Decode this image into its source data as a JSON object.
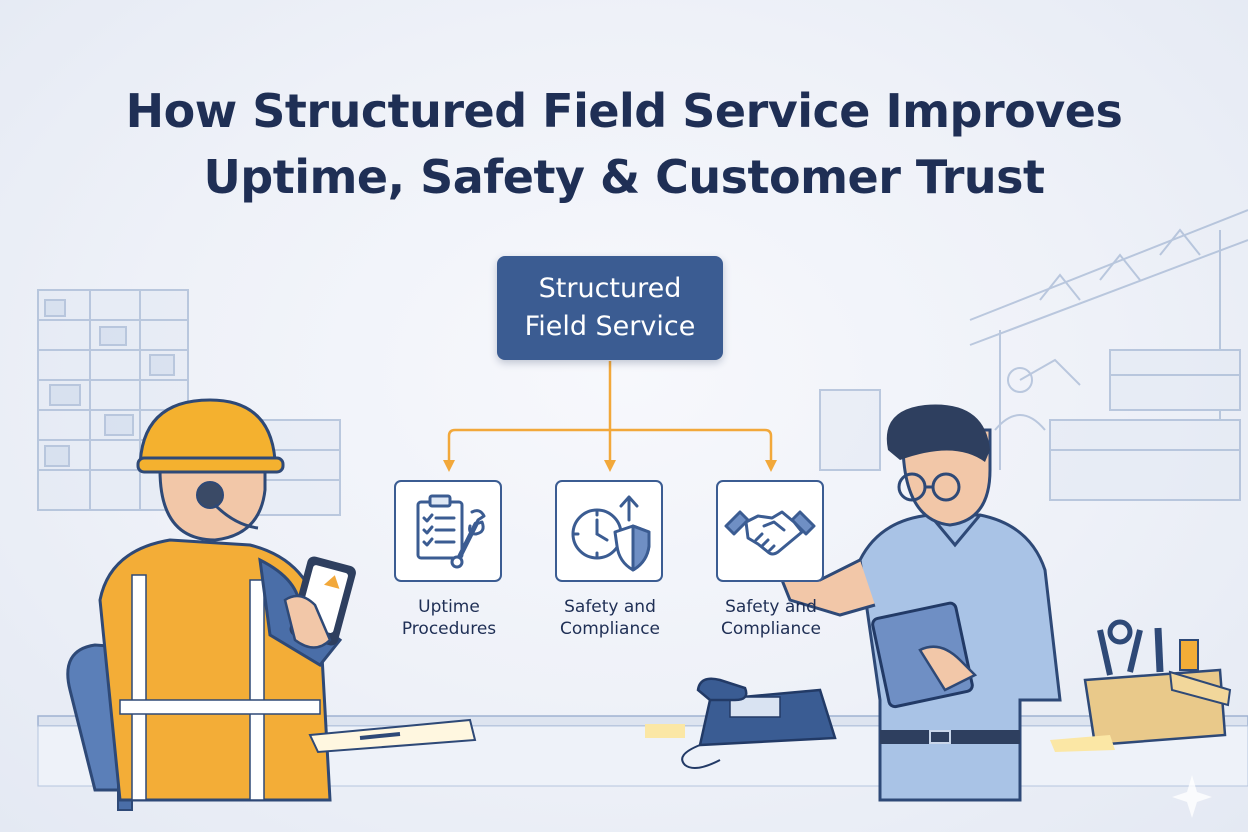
{
  "title": {
    "line1": "How Structured Field Service Improves",
    "line2": "Uptime, Safety & Customer Trust"
  },
  "root": {
    "line1": "Structured",
    "line2": "Field Service"
  },
  "branches": [
    {
      "line1": "Uptime",
      "line2": "Procedures",
      "icon": "clipboard-wrench-icon"
    },
    {
      "line1": "Safety and",
      "line2": "Compliance",
      "icon": "clock-shield-icon"
    },
    {
      "line1": "Safety and",
      "line2": "Compliance",
      "icon": "handshake-icon"
    }
  ],
  "colors": {
    "title": "#1f2f55",
    "root_box": "#3b5c92",
    "connector": "#f2a83a",
    "icon_stroke": "#3b5c92",
    "vest": "#f3ad37",
    "helmet": "#f4b12f",
    "shirt": "#a9c3e6"
  }
}
